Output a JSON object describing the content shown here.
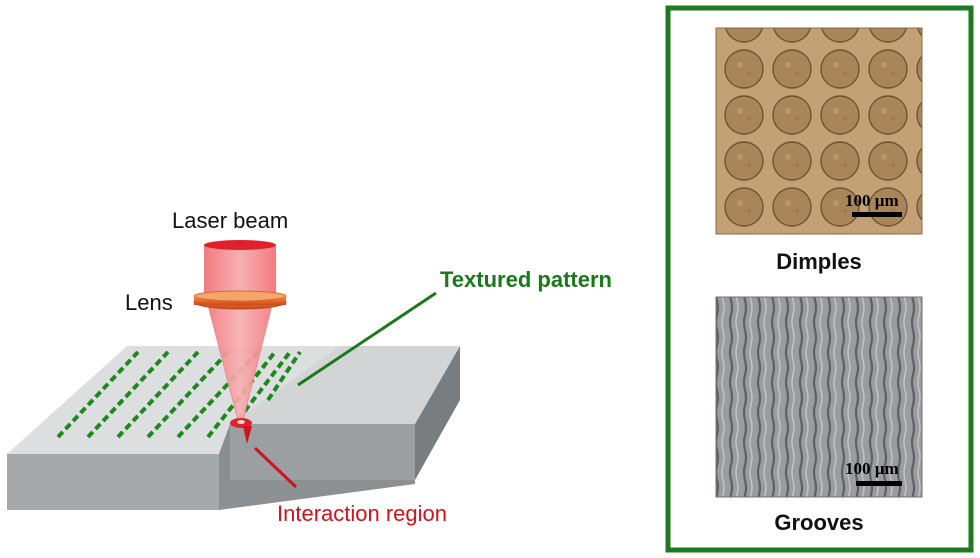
{
  "labels": {
    "laser_beam": "Laser beam",
    "lens": "Lens",
    "textured_pattern": "Textured pattern",
    "interaction_region": "Interaction region"
  },
  "panels": {
    "dimples": {
      "title": "Dimples",
      "scale_bar": "100 µm"
    },
    "grooves": {
      "title": "Grooves",
      "scale_bar": "100 µm"
    }
  },
  "colors": {
    "frame_green": "#1f7a1f",
    "pattern_green": "#1a8a1a",
    "laser_red": "#e0202a",
    "beam_pink": "#f29a9a",
    "plate_top": "#dcdedf",
    "plate_front": "#9fa2a4",
    "plate_side": "#7a7d80",
    "dimples_bg": "#b99666",
    "grooves_bg": "#8f9194"
  }
}
